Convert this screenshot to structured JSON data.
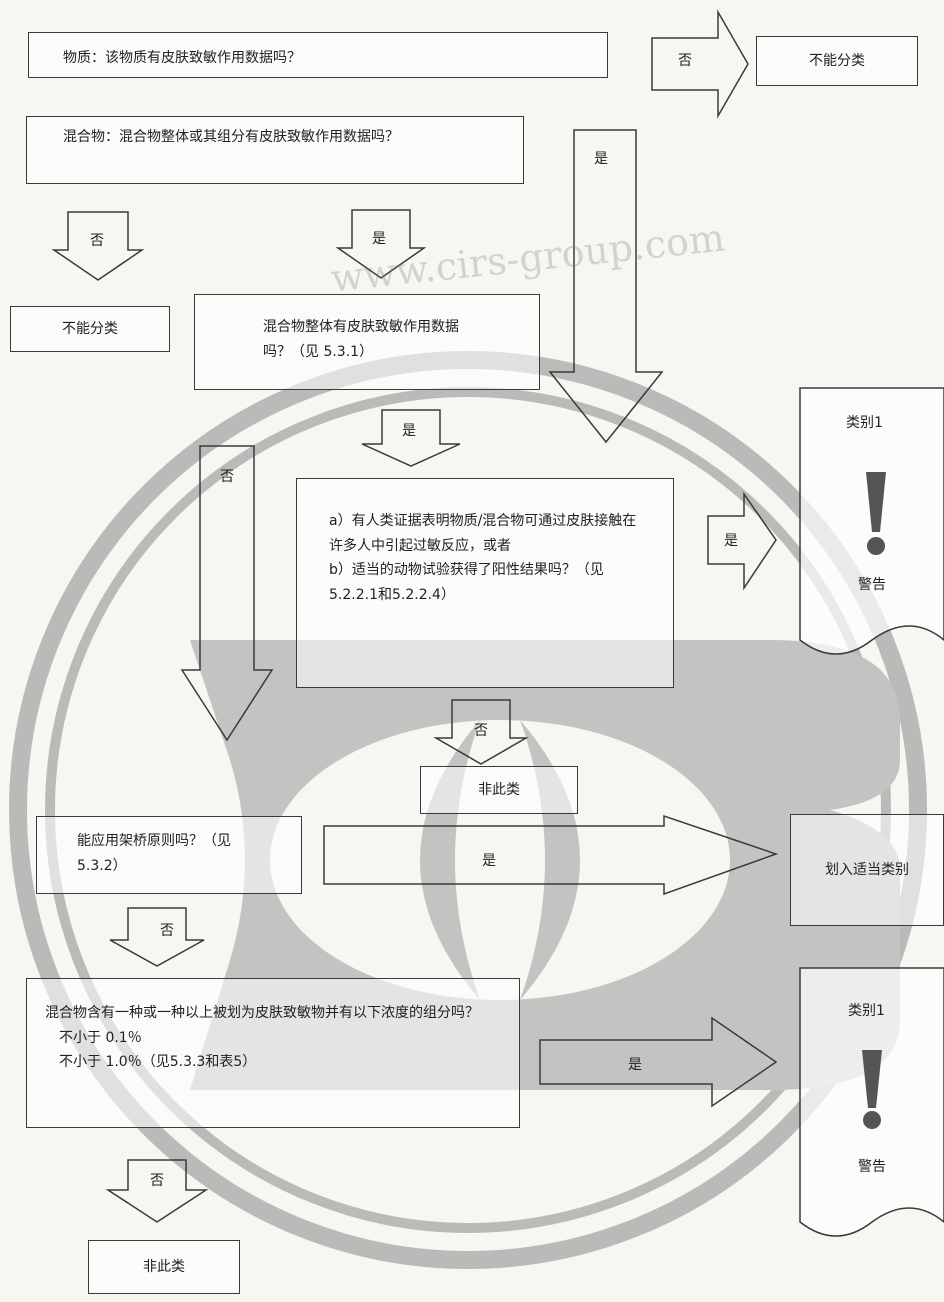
{
  "diagram": {
    "q_substance": "物质：该物质有皮肤致敏作用数据吗？",
    "q_mixture": "混合物：混合物整体或其组分有皮肤致敏作用数据吗？",
    "q_mixture_whole": "混合物整体有皮肤致敏作用数据吗？（见 5.3.1）",
    "q_evidence_a": "a）有人类证据表明物质/混合物可通过皮肤接触在许多人中引起过敏反应，或者",
    "q_evidence_b": "b）适当的动物试验获得了阳性结果吗？（见5.2.2.1和5.2.2.4）",
    "q_bridging": "能应用架桥原则吗？（见 5.3.2）",
    "q_components_title": "混合物含有一种或一种以上被划为皮肤致敏物并有以下浓度的组分吗？",
    "q_components_line1": "不小于 0.1％",
    "q_components_line2": "不小于 1.0％（见5.3.3和表5）",
    "out_cannot_classify_1": "不能分类",
    "out_cannot_classify_2": "不能分类",
    "out_not_class_1": "非此类",
    "out_not_class_2": "非此类",
    "out_assign_category": "划入适当类别",
    "cat1_top_title": "类别1",
    "cat1_top_signal": "警告",
    "cat1_bottom_title": "类别1",
    "cat1_bottom_signal": "警告",
    "yes": "是",
    "no": "否",
    "watermark": "www.cirs-group.com"
  },
  "colors": {
    "line": "#3a3a3a",
    "logo_gray": "#9a9a9a",
    "exclaim": "#555555"
  }
}
